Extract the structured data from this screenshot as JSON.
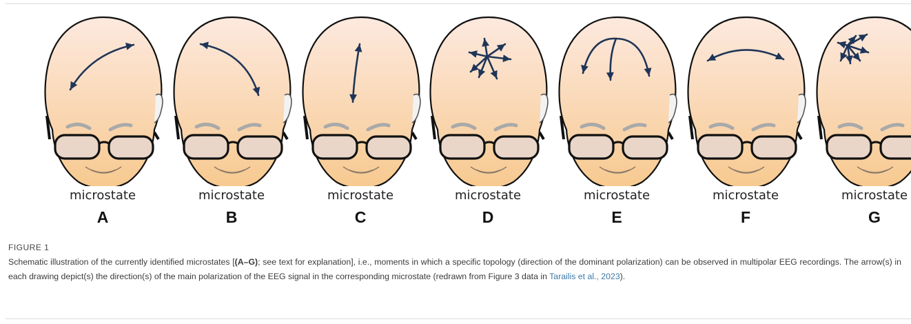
{
  "figure": {
    "label": "FIGURE 1",
    "caption_before_bold": "Schematic illustration of the currently identified microstates [",
    "caption_bold": "(A–G)",
    "caption_after_bold": "; see text for explanation], i.e., moments in which a specific topology (direction of the dominant polarization) can be observed in multipolar EEG recordings. The arrow(s) in each drawing depict(s) the direction(s) of the main polarization of the EEG signal in the corresponding microstate (redrawn from Figure 3 data in ",
    "caption_reference": "Tarailis et al., 2023",
    "caption_end": ")."
  },
  "colors": {
    "skin_top": "#fde9df",
    "skin_bottom": "#f7c98f",
    "outline": "#111111",
    "arrow": "#1f3558",
    "eyebrow": "#a9a9a9",
    "lens": "#e9d6c8",
    "reference_link": "#3c78a8"
  },
  "microstates": [
    {
      "word": "microstate",
      "letter": "A"
    },
    {
      "word": "microstate",
      "letter": "B"
    },
    {
      "word": "microstate",
      "letter": "C"
    },
    {
      "word": "microstate",
      "letter": "D"
    },
    {
      "word": "microstate",
      "letter": "E"
    },
    {
      "word": "microstate",
      "letter": "F"
    },
    {
      "word": "microstate",
      "letter": "G"
    }
  ]
}
